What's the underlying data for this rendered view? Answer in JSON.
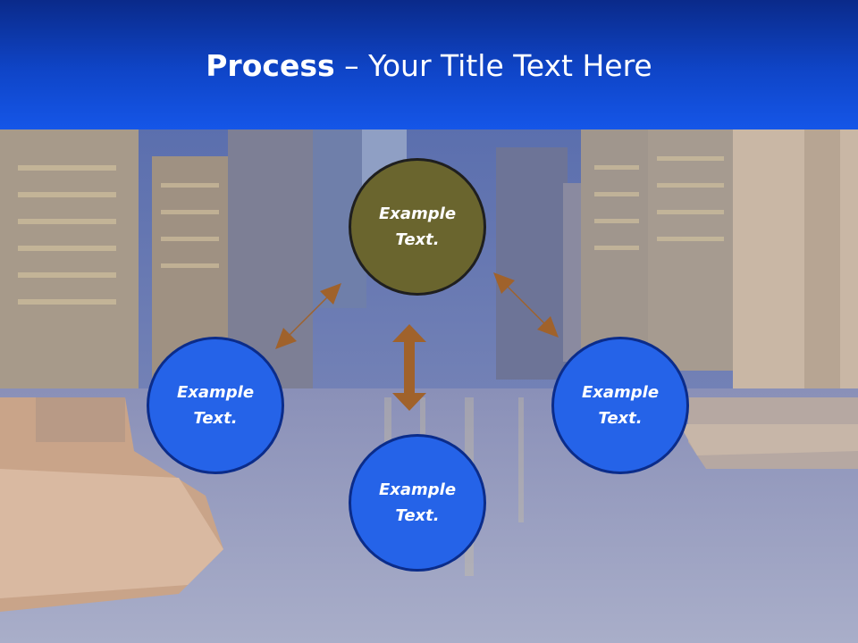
{
  "slide": {
    "title_bold": "Process",
    "title_rest": " – Your Title Text Here"
  },
  "nodes": {
    "top": "Example Text.",
    "left": "Example Text.",
    "right": "Example Text.",
    "bottom": "Example Text."
  },
  "colors": {
    "header": "#0f45c8",
    "top_node": "#6a652e",
    "blue_node": "#2563e8",
    "arrow": "#a0622b"
  }
}
